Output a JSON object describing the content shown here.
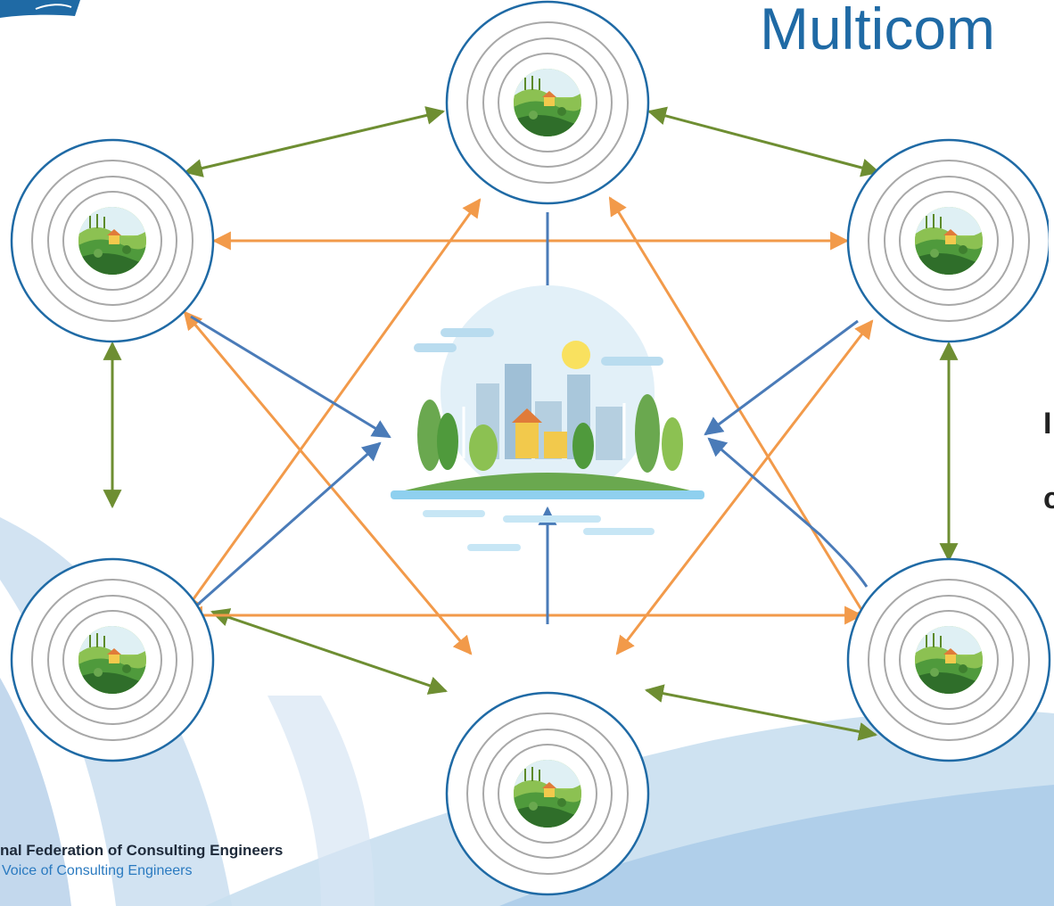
{
  "slide": {
    "title": "Multicom",
    "side_text": [
      "I",
      "c"
    ],
    "footer": {
      "line1": "nal Federation of Consulting Engineers",
      "line2": "Voice of Consulting Engineers"
    }
  },
  "colors": {
    "peer_link": "#6e8e32",
    "cross_link": "#f29a4a",
    "to_center_link": "#4a7bb8",
    "node_ring": "#1f6aa5",
    "inner_rings": "#a8a8a8",
    "title": "#1f6aa5"
  },
  "diagram": {
    "nodes": [
      {
        "id": "top",
        "icon": "landscape-icon"
      },
      {
        "id": "upper-left",
        "icon": "landscape-icon"
      },
      {
        "id": "upper-right",
        "icon": "landscape-icon"
      },
      {
        "id": "lower-left",
        "icon": "landscape-icon"
      },
      {
        "id": "lower-right",
        "icon": "landscape-icon"
      },
      {
        "id": "bottom",
        "icon": "landscape-icon"
      }
    ],
    "center_icon": "sustainable-city-icon"
  }
}
